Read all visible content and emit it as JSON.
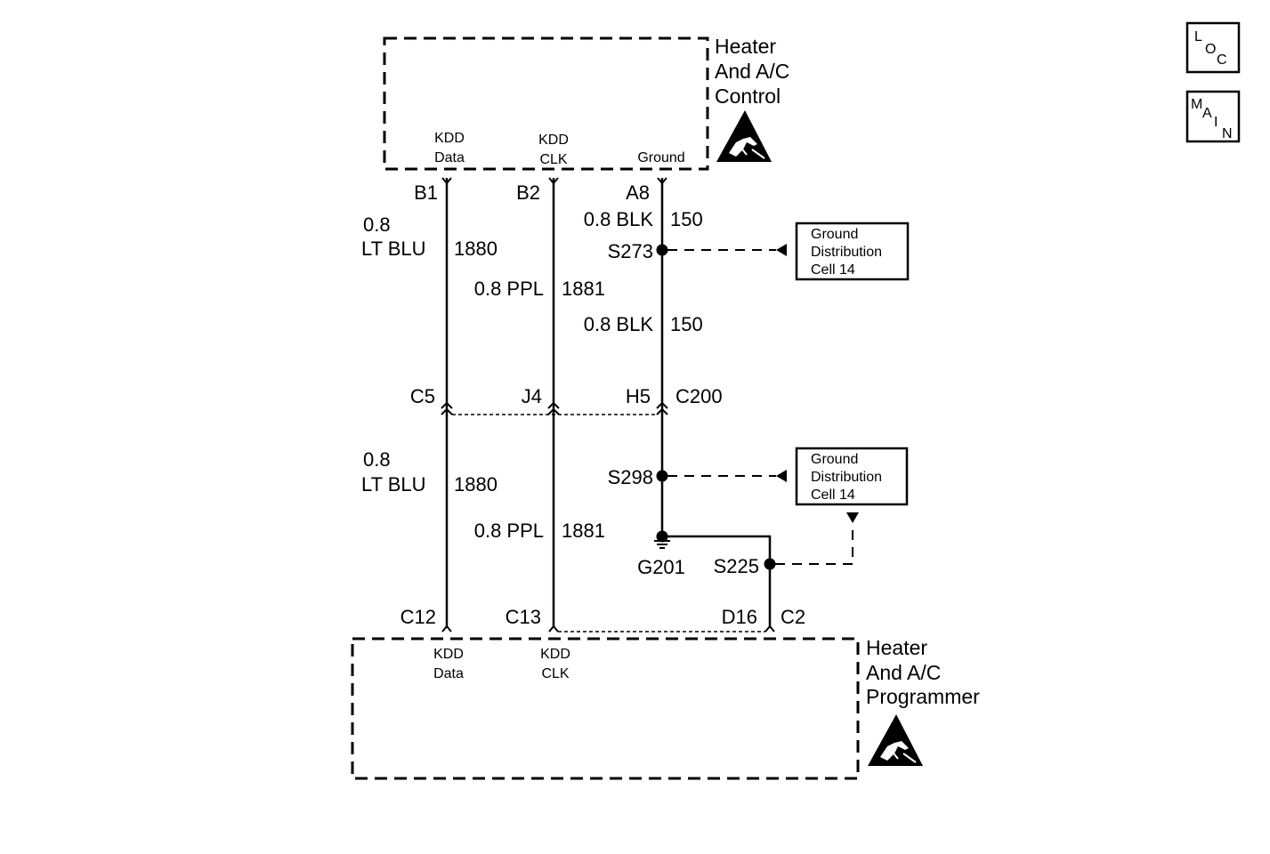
{
  "components": {
    "control": {
      "title": [
        "Heater",
        "And A/C",
        "Control"
      ],
      "pins": {
        "kdd_data": [
          "KDD",
          "Data"
        ],
        "kdd_clk": [
          "KDD",
          "CLK"
        ],
        "ground": "Ground"
      }
    },
    "programmer": {
      "title": [
        "Heater",
        "And A/C",
        "Programmer"
      ],
      "pins": {
        "kdd_data": [
          "KDD",
          "Data"
        ],
        "kdd_clk": [
          "KDD",
          "CLK"
        ]
      }
    }
  },
  "terminals": {
    "top": {
      "b1": "B1",
      "b2": "B2",
      "a8": "A8"
    },
    "mid": {
      "c5": "C5",
      "j4": "J4",
      "h5": "H5",
      "connector": "C200"
    },
    "bottom": {
      "c12": "C12",
      "c13": "C13",
      "d16": "D16",
      "c2": "C2"
    }
  },
  "wires": {
    "blu_top": {
      "size": "0.8",
      "color": "LT BLU",
      "circuit": "1880"
    },
    "ppl_top": {
      "spec": "0.8 PPL",
      "circuit": "1881"
    },
    "blk_a": {
      "spec": "0.8 BLK",
      "circuit": "150"
    },
    "blk_b": {
      "spec": "0.8 BLK",
      "circuit": "150"
    },
    "blu_bot": {
      "size": "0.8",
      "color": "LT BLU",
      "circuit": "1880"
    },
    "ppl_bot": {
      "spec": "0.8 PPL",
      "circuit": "1881"
    }
  },
  "splices": {
    "s273": "S273",
    "s298": "S298",
    "s225": "S225"
  },
  "ground": {
    "g201": "G201"
  },
  "references": {
    "ref1": [
      "Ground",
      "Distribution",
      "Cell 14"
    ],
    "ref2": [
      "Ground",
      "Distribution",
      "Cell 14"
    ]
  },
  "buttons": {
    "loc": [
      "L",
      "O",
      "C"
    ],
    "main": [
      "M",
      "A",
      "I",
      "N"
    ]
  }
}
